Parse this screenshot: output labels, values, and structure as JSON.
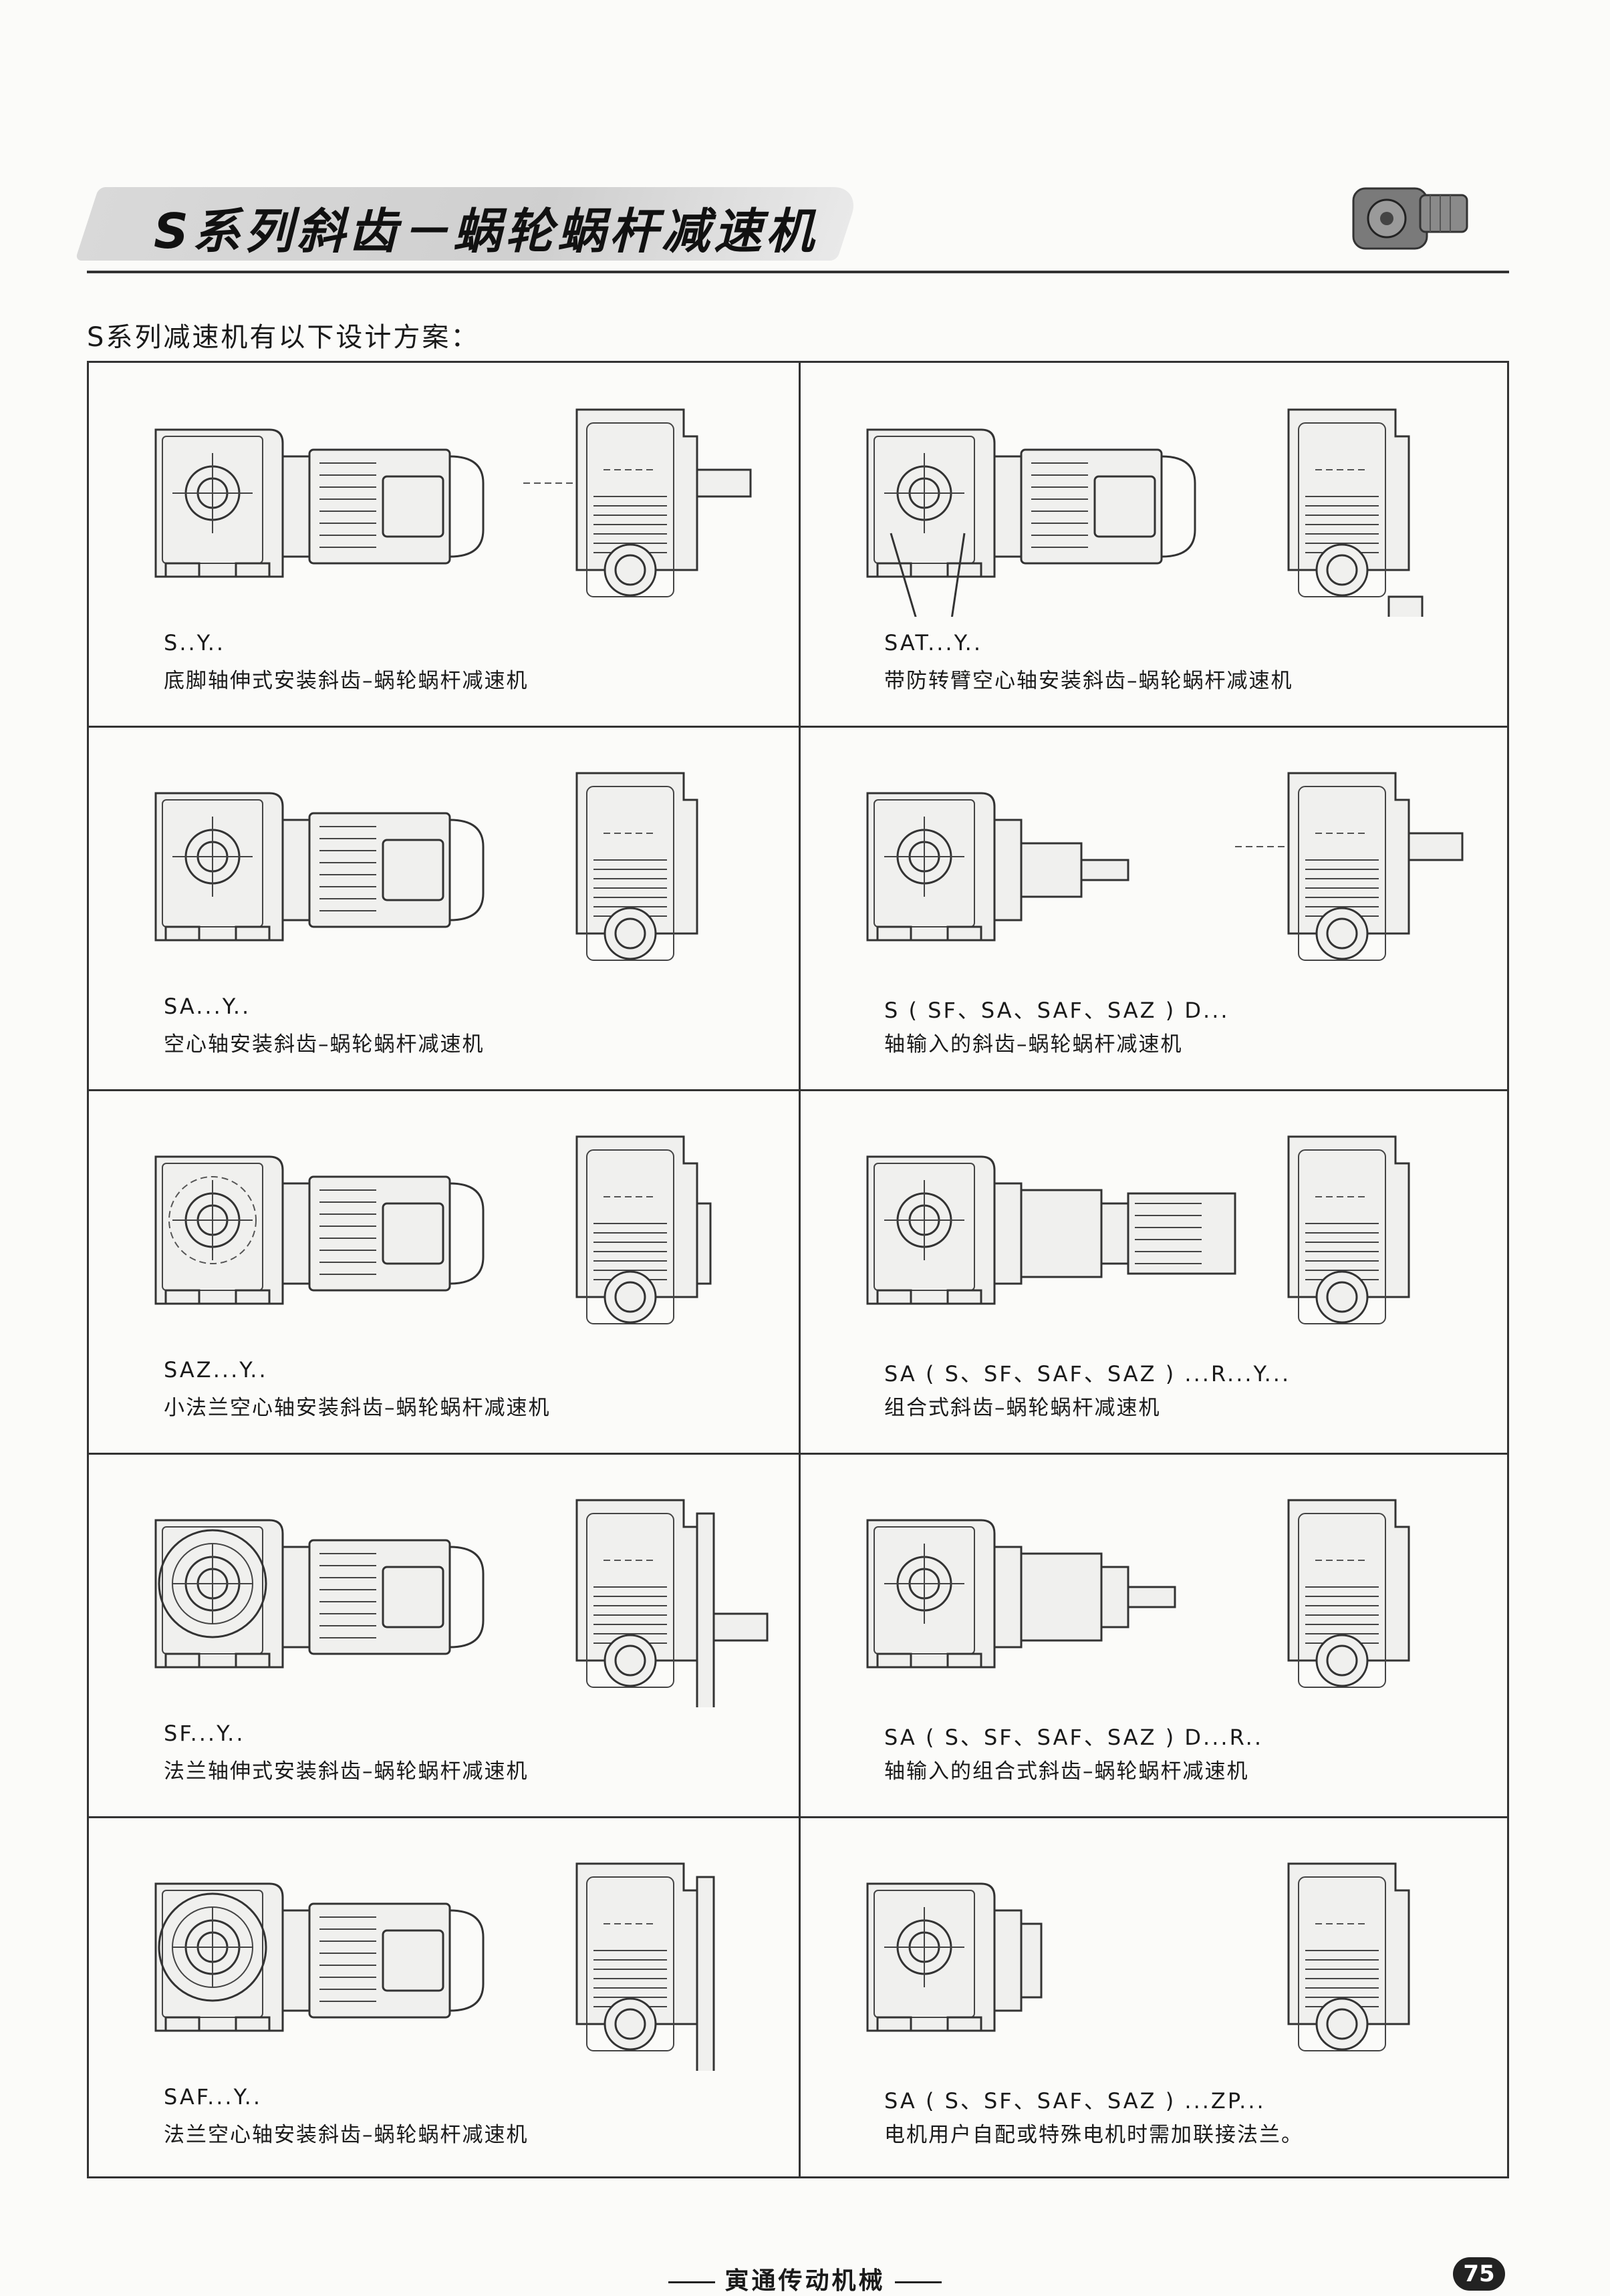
{
  "header": {
    "title": "S系列斜齿－蜗轮蜗杆减速机",
    "intro": "S系列减速机有以下设计方案："
  },
  "designs": [
    {
      "code": "S..Y..",
      "description": "底脚轴伸式安装斜齿–蜗轮蜗杆减速机"
    },
    {
      "code": "SAT...Y..",
      "description": "带防转臂空心轴安装斜齿–蜗轮蜗杆减速机"
    },
    {
      "code": "SA...Y..",
      "description": "空心轴安装斜齿–蜗轮蜗杆减速机"
    },
    {
      "code": "S ( SF、SA、SAF、SAZ ) D...",
      "description": "轴输入的斜齿–蜗轮蜗杆减速机"
    },
    {
      "code": "SAZ...Y..",
      "description": "小法兰空心轴安装斜齿–蜗轮蜗杆减速机"
    },
    {
      "code": "SA ( S、SF、SAF、SAZ ) ...R...Y...",
      "description": "组合式斜齿–蜗轮蜗杆减速机"
    },
    {
      "code": "SF...Y..",
      "description": "法兰轴伸式安装斜齿–蜗轮蜗杆减速机"
    },
    {
      "code": "SA ( S、SF、SAF、SAZ ) D...R..",
      "description": "轴输入的组合式斜齿–蜗轮蜗杆减速机"
    },
    {
      "code": "SAF...Y..",
      "description": "法兰空心轴安装斜齿–蜗轮蜗杆减速机"
    },
    {
      "code": "SA ( S、SF、SAF、SAZ ) ...ZP...",
      "description": "电机用户自配或特殊电机时需加联接法兰。"
    }
  ],
  "footer": {
    "company": "寅通传动机械",
    "page_number": "75"
  }
}
